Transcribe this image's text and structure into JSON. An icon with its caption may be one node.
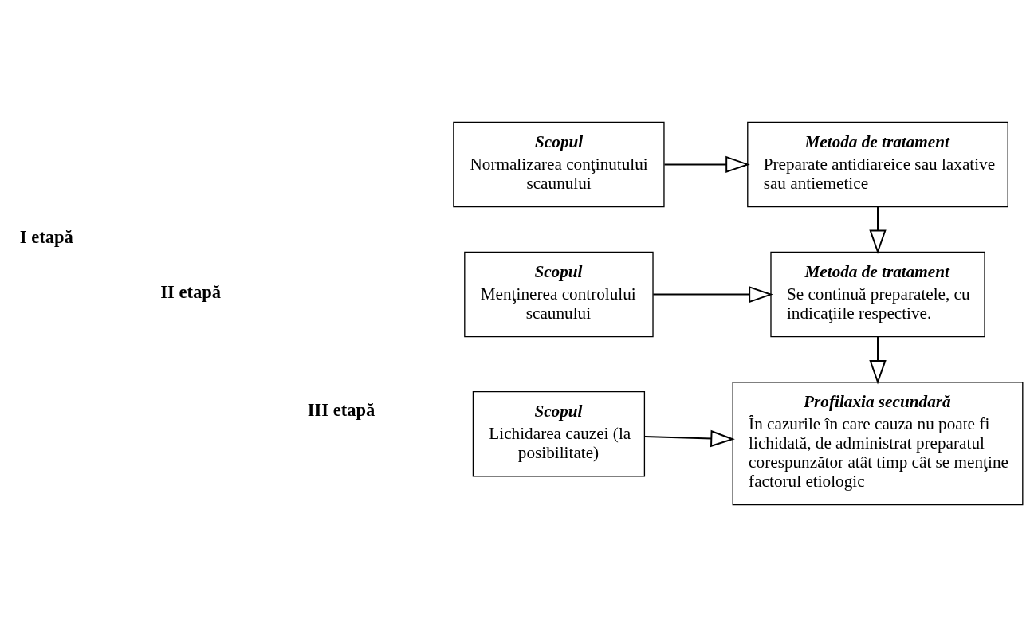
{
  "diagram": {
    "nodes": [
      {
        "text": [
          "Scopul",
          "Normalizarea conţinutului scaunului"
        ]
      },
      {
        "text": [
          "Metoda de tratament",
          "Preparate antidiareice sau laxative sau antiemetice"
        ]
      },
      {
        "text": [
          "Scopul",
          "Menţinerea controlului scaunului"
        ]
      },
      {
        "text": [
          "Metoda de tratament",
          "Se continuă preparatele, cu indicaţiile respective."
        ]
      },
      {
        "text": [
          "Scopul",
          "Lichidarea cauzei (la posibilitate)"
        ]
      },
      {
        "text": [
          "Profilaxia secundară",
          "În cazurile în care cauza nu poate fi lichidată, de administrat preparatul corespunzător atât timp cât se menţine factorul etiologic"
        ]
      }
    ],
    "edges": [
      {
        "from": 0,
        "to": 1,
        "arrow": "to"
      },
      {
        "from": 1,
        "to": 3,
        "arrow": "to"
      },
      {
        "from": 2,
        "to": 3,
        "arrow": "to"
      },
      {
        "from": 3,
        "to": 5,
        "arrow": "to"
      },
      {
        "from": 4,
        "to": 5,
        "arrow": "to"
      }
    ],
    "labels": [
      "I etapă",
      "II etapă",
      "III etapă"
    ]
  }
}
